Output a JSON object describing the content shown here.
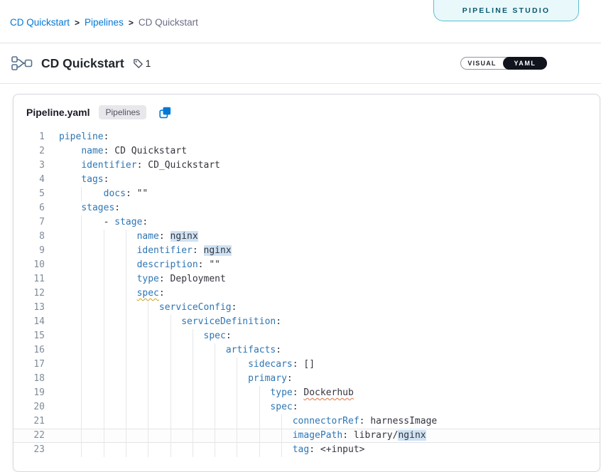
{
  "colors": {
    "accent": "#0278d5",
    "yaml_key": "#2e76b4",
    "code_text": "#34353f",
    "occurrence_highlight": "#cfe2f3",
    "warning_underline": "#e2743f",
    "schema_warning_underline": "#c9a227",
    "studio_tab_bg": "#e9f8fb",
    "studio_tab_border": "#57c1cf",
    "studio_tab_text": "#0a5b6d",
    "toggle_active_bg": "#11141d",
    "line_number": "#7f8c99",
    "indent_guide": "#e5e7ea",
    "current_line_border": "#e2e3e8",
    "chip_bg": "#e8e8ec",
    "border": "#e4e4e8"
  },
  "icons": {
    "pipeline": "pipeline-graph-icon",
    "tag": "tag-icon",
    "copy": "copy-icon"
  },
  "breadcrumb": {
    "separator": ">",
    "items": [
      {
        "label": "CD Quickstart"
      },
      {
        "label": "Pipelines"
      },
      {
        "label": "CD Quickstart"
      }
    ]
  },
  "studio_tab": {
    "label": "PIPELINE STUDIO"
  },
  "header": {
    "title": "CD Quickstart",
    "tag_count": "1",
    "toggle": {
      "visual_label": "VISUAL",
      "yaml_label": "YAML",
      "selected": "YAML"
    }
  },
  "editor": {
    "file_name": "Pipeline.yaml",
    "module_chip": "Pipelines",
    "lines": [
      {
        "n": "1",
        "ind": 0,
        "t": [
          [
            "k",
            "pipeline"
          ],
          [
            "p",
            ":"
          ]
        ]
      },
      {
        "n": "2",
        "ind": 4,
        "t": [
          [
            "k",
            "name"
          ],
          [
            "p",
            ": "
          ],
          [
            "p",
            "CD Quickstart"
          ]
        ]
      },
      {
        "n": "3",
        "ind": 4,
        "t": [
          [
            "k",
            "identifier"
          ],
          [
            "p",
            ": "
          ],
          [
            "p",
            "CD_Quickstart"
          ]
        ]
      },
      {
        "n": "4",
        "ind": 4,
        "t": [
          [
            "k",
            "tags"
          ],
          [
            "p",
            ":"
          ]
        ]
      },
      {
        "n": "5",
        "ind": 8,
        "t": [
          [
            "k",
            "docs"
          ],
          [
            "p",
            ": "
          ],
          [
            "p",
            "\"\""
          ]
        ]
      },
      {
        "n": "6",
        "ind": 4,
        "t": [
          [
            "k",
            "stages"
          ],
          [
            "p",
            ":"
          ]
        ]
      },
      {
        "n": "7",
        "ind": 8,
        "t": [
          [
            "p",
            "- "
          ],
          [
            "k",
            "stage"
          ],
          [
            "p",
            ":"
          ]
        ]
      },
      {
        "n": "8",
        "ind": 14,
        "t": [
          [
            "k",
            "name"
          ],
          [
            "p",
            ": "
          ],
          [
            "h",
            "nginx"
          ]
        ]
      },
      {
        "n": "9",
        "ind": 14,
        "t": [
          [
            "k",
            "identifier"
          ],
          [
            "p",
            ": "
          ],
          [
            "h",
            "nginx"
          ]
        ]
      },
      {
        "n": "10",
        "ind": 14,
        "t": [
          [
            "k",
            "description"
          ],
          [
            "p",
            ": "
          ],
          [
            "p",
            "\"\""
          ]
        ]
      },
      {
        "n": "11",
        "ind": 14,
        "t": [
          [
            "k",
            "type"
          ],
          [
            "p",
            ": "
          ],
          [
            "p",
            "Deployment"
          ]
        ]
      },
      {
        "n": "12",
        "ind": 14,
        "t": [
          [
            "y",
            "spec"
          ],
          [
            "p",
            ":"
          ]
        ]
      },
      {
        "n": "13",
        "ind": 18,
        "t": [
          [
            "k",
            "serviceConfig"
          ],
          [
            "p",
            ":"
          ]
        ]
      },
      {
        "n": "14",
        "ind": 22,
        "t": [
          [
            "k",
            "serviceDefinition"
          ],
          [
            "p",
            ":"
          ]
        ]
      },
      {
        "n": "15",
        "ind": 26,
        "t": [
          [
            "k",
            "spec"
          ],
          [
            "p",
            ":"
          ]
        ]
      },
      {
        "n": "16",
        "ind": 30,
        "t": [
          [
            "k",
            "artifacts"
          ],
          [
            "p",
            ":"
          ]
        ]
      },
      {
        "n": "17",
        "ind": 34,
        "t": [
          [
            "k",
            "sidecars"
          ],
          [
            "p",
            ": "
          ],
          [
            "p",
            "[]"
          ]
        ]
      },
      {
        "n": "18",
        "ind": 34,
        "t": [
          [
            "k",
            "primary"
          ],
          [
            "p",
            ":"
          ]
        ]
      },
      {
        "n": "19",
        "ind": 38,
        "t": [
          [
            "k",
            "type"
          ],
          [
            "p",
            ": "
          ],
          [
            "w",
            "Dockerhub"
          ]
        ]
      },
      {
        "n": "20",
        "ind": 38,
        "t": [
          [
            "k",
            "spec"
          ],
          [
            "p",
            ":"
          ]
        ]
      },
      {
        "n": "21",
        "ind": 42,
        "t": [
          [
            "k",
            "connectorRef"
          ],
          [
            "p",
            ": "
          ],
          [
            "p",
            "harnessImage"
          ]
        ]
      },
      {
        "n": "22",
        "ind": 42,
        "cur": true,
        "t": [
          [
            "k",
            "imagePath"
          ],
          [
            "p",
            ": "
          ],
          [
            "p",
            "library/"
          ],
          [
            "h",
            "nginx"
          ]
        ]
      },
      {
        "n": "23",
        "ind": 42,
        "t": [
          [
            "k",
            "tag"
          ],
          [
            "p",
            ": "
          ],
          [
            "p",
            "<+input>"
          ]
        ]
      }
    ]
  }
}
